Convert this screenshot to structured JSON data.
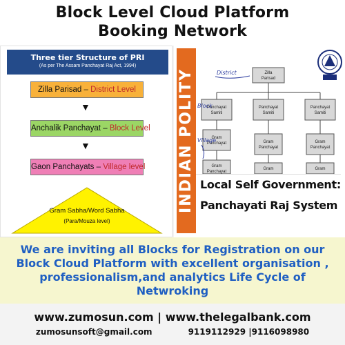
{
  "header": {
    "title_line1": "Block Level  Cloud Platform",
    "title_line2": "Booking Network"
  },
  "pri_chart": {
    "heading": "Three tier Structure of PRI",
    "subheading": "(As per The Assam Panchayat Raj Act, 1994)",
    "tiers": [
      {
        "name": "Zilla Parisad",
        "level": "District Level",
        "color": "#f8b13a"
      },
      {
        "name": "Anchalik Panchayat",
        "level": "Block Level",
        "color": "#9bd665"
      },
      {
        "name": "Gaon Panchayats",
        "level": "Village level",
        "color": "#ef7fb6"
      }
    ],
    "separator": " – ",
    "base_label": "Gram Sabha/Word Sabha",
    "base_sublabel": "(Para/Mouza level)"
  },
  "polity_panel": {
    "side_label": "INDIAN POLITY",
    "accent_color": "#e36a1f",
    "tree": {
      "root": [
        "Zilla",
        "Parisad"
      ],
      "mid": [
        "Panchayat",
        "Samiti"
      ],
      "leaf": [
        "Gram",
        "Panchayat"
      ]
    },
    "annotations": {
      "top": "District",
      "mid": "Block",
      "low": "Village"
    },
    "title_line1": "Local Self Government:",
    "title_line2": "Panchayati Raj System",
    "emblem_icon": "emblem-icon"
  },
  "invite": {
    "text": "We are inviting  all Blocks  for Registration on our Block Cloud Platform with excellent organisation , professionalism,and analytics Life Cycle of Netwroking",
    "color": "#1f5fc2"
  },
  "footer": {
    "websites": "www.zumosun.com  | www.thelegalbank.com",
    "email": "zumosunsoft@gmail.com",
    "phones": "9119112929 |9116098980"
  }
}
